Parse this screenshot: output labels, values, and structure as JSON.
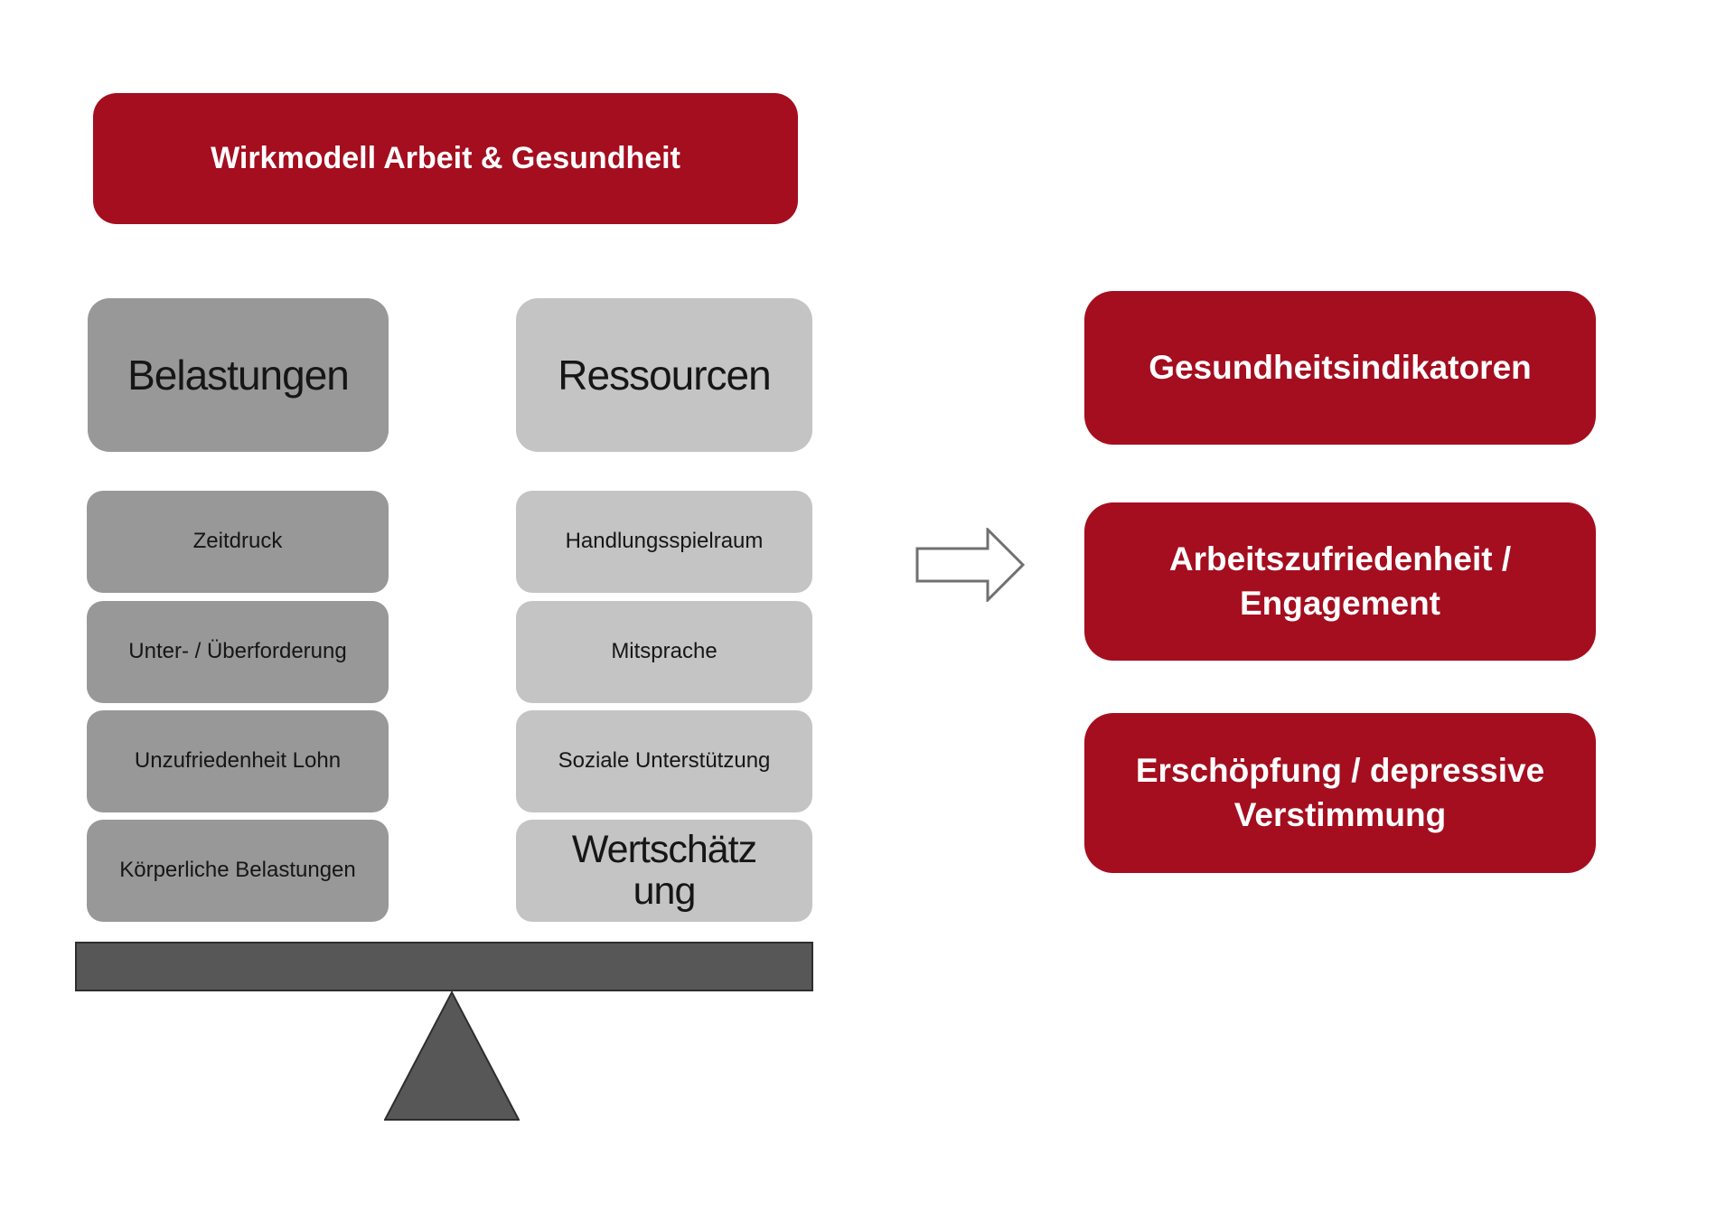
{
  "title": {
    "label": "Wirkmodell Arbeit & Gesundheit"
  },
  "colors": {
    "red": "#A40E1F",
    "gray_dark": "#989898",
    "gray_light": "#C4C4C4",
    "beam_gray": "#575757",
    "arrow_outline": "#707070",
    "text_on_red": "#ffffff",
    "text_on_gray": "#161616"
  },
  "balance": {
    "left_column": {
      "header": "Belastungen",
      "items": [
        "Zeitdruck",
        "Unter- / Überforderung",
        "Unzufriedenheit Lohn",
        "Körperliche Belastungen"
      ]
    },
    "right_column": {
      "header": "Ressourcen",
      "items": [
        "Handlungsspielraum",
        "Mitsprache",
        "Soziale Unterstützung",
        "Wertschätz\nung"
      ]
    },
    "seesaw": {
      "beam": "balance-beam",
      "fulcrum": "fulcrum-triangle"
    }
  },
  "arrow": {
    "icon": "right-block-arrow"
  },
  "outcomes": [
    {
      "label": "Gesundheitsindikatoren"
    },
    {
      "label": "Arbeitszufriedenheit /\nEngagement"
    },
    {
      "label": "Erschöpfung / depressive\nVerstimmung"
    }
  ]
}
